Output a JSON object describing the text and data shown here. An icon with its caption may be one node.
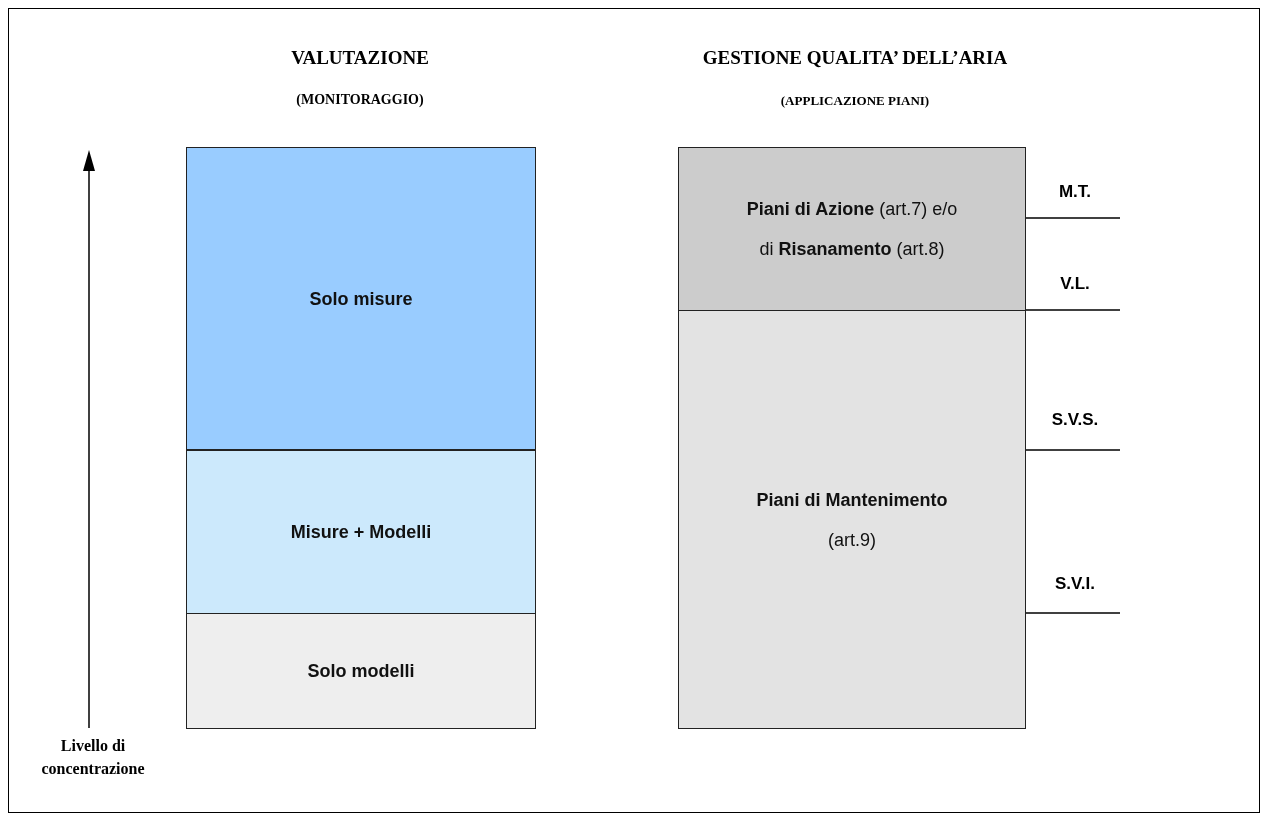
{
  "diagram": {
    "nodes": [
      {
        "text": [
          "Solo misure"
        ]
      },
      {
        "text": [
          "Misure + Modelli"
        ]
      },
      {
        "text": [
          "Solo modelli"
        ]
      },
      {
        "text": [
          "**Piani di Azione** (art.7) e/o di **Risanamento** (art.8)"
        ]
      },
      {
        "text": [
          "**Piani di Mantenimento** (art.9)"
        ]
      }
    ],
    "labels": [
      "VALUTAZIONE",
      "(MONITORAGGIO)",
      "GESTIONE QUALITA’ DELL’ARIA",
      "(APPLICAZIONE PIANI)",
      "M.T.",
      "V.L.",
      "S.V.S.",
      "S.V.I.",
      "Livello di concentrazione"
    ]
  }
}
